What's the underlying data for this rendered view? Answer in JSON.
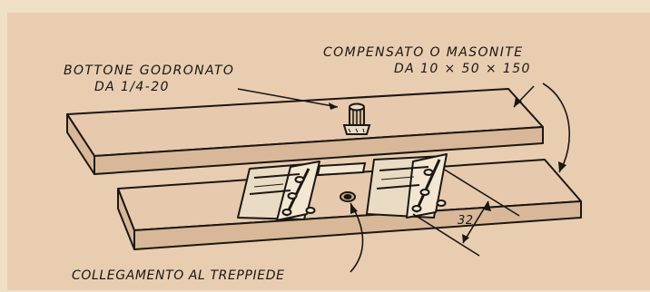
{
  "labels": {
    "knob_line1": "BOTTONE GODRONATO",
    "knob_line2": "DA 1/4-20",
    "board_line1": "COMPENSATO O MASONITE",
    "board_line2": "DA 10 × 50 × 150",
    "tripod": "COLLEGAMENTO AL TREPPIEDE",
    "dimension": "32"
  },
  "colors": {
    "background": "#efe0c4",
    "paper": "#e9cdb1",
    "ink": "#1b1712",
    "board_fill": "#e7c9ae",
    "board_edge": "#d8b898"
  }
}
